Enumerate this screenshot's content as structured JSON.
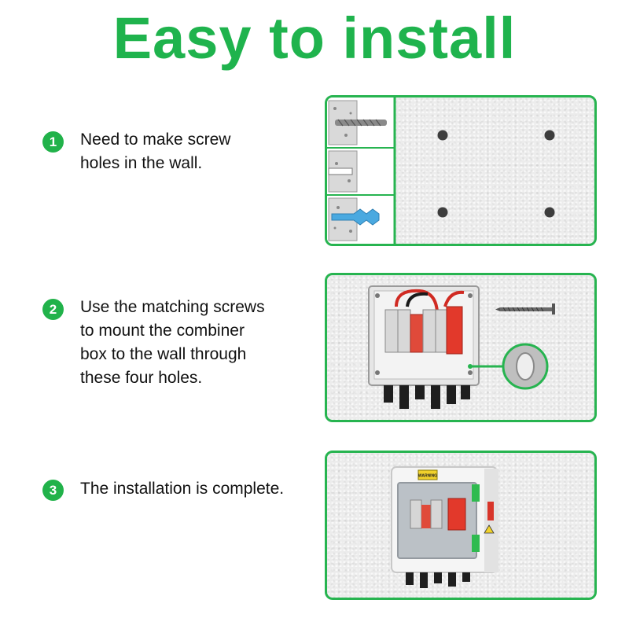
{
  "title": "Easy to install",
  "steps": [
    {
      "number": "1",
      "text": "Need to make screw\nholes in the wall."
    },
    {
      "number": "2",
      "text": "Use the matching screws\nto mount the combiner\nbox to the wall through\nthese four holes."
    },
    {
      "number": "3",
      "text": "The installation is complete."
    }
  ],
  "photo3": {
    "warning_label": "WARNING"
  },
  "colors": {
    "accent": "#1fb34d",
    "badge": "#21b24a",
    "border": "#27b450",
    "breaker_red": "#e2392b"
  }
}
